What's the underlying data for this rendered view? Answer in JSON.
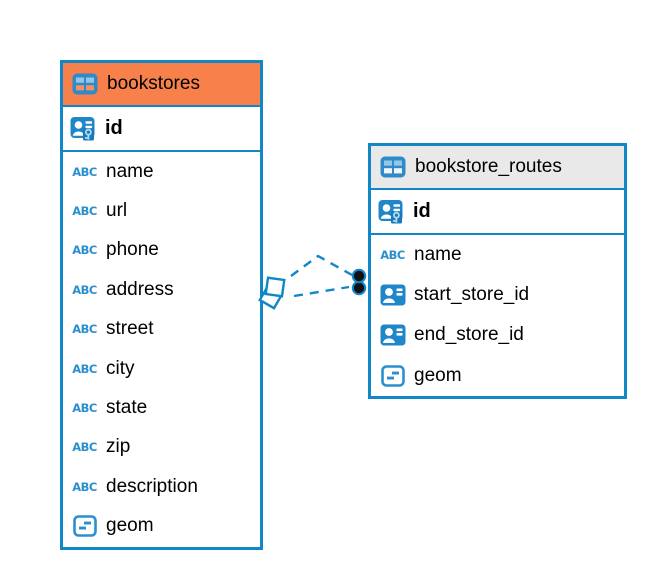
{
  "colors": {
    "accent_blue": "#1287C8",
    "bookstores_header": "#F8814B",
    "routes_header": "#E9E9E9",
    "row_background": "#FFFFFF",
    "text": "#000000",
    "relation_marker_fill": "#111111"
  },
  "icons": {
    "varchar_glyph": "ABC"
  },
  "tables": {
    "bookstores": {
      "title": "bookstores",
      "primary_key": {
        "name": "id",
        "type": "primary-key"
      },
      "columns": [
        {
          "name": "name",
          "type": "text"
        },
        {
          "name": "url",
          "type": "text"
        },
        {
          "name": "phone",
          "type": "text"
        },
        {
          "name": "address",
          "type": "text"
        },
        {
          "name": "street",
          "type": "text"
        },
        {
          "name": "city",
          "type": "text"
        },
        {
          "name": "state",
          "type": "text"
        },
        {
          "name": "zip",
          "type": "text"
        },
        {
          "name": "description",
          "type": "text"
        },
        {
          "name": "geom",
          "type": "geometry"
        }
      ]
    },
    "bookstore_routes": {
      "title": "bookstore_routes",
      "primary_key": {
        "name": "id",
        "type": "primary-key"
      },
      "columns": [
        {
          "name": "name",
          "type": "text"
        },
        {
          "name": "start_store_id",
          "type": "reference"
        },
        {
          "name": "end_store_id",
          "type": "reference"
        },
        {
          "name": "geom",
          "type": "geometry"
        }
      ]
    }
  },
  "relationship": {
    "from_table": "bookstores",
    "to_table": "bookstore_routes",
    "line_style": "dashed",
    "line_count": 2,
    "from_marker": "double-square",
    "to_marker": "double-dot"
  }
}
